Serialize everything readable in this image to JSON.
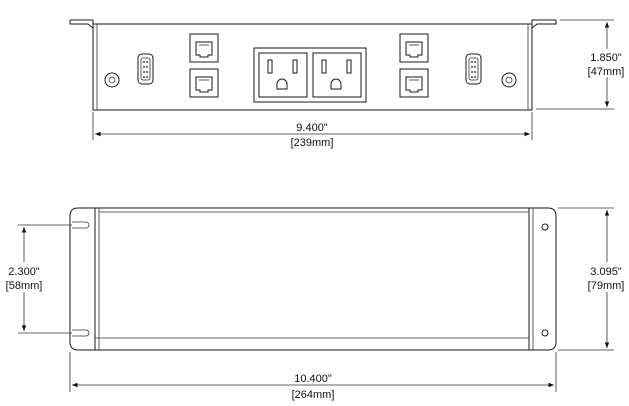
{
  "top_view": {
    "width_in": "9.400\"",
    "width_mm": "[239mm]",
    "height_in": "1.850\"",
    "height_mm": "[47mm]"
  },
  "bottom_view": {
    "width_in": "10.400\"",
    "width_mm": "[264mm]",
    "mount_in": "2.300\"",
    "mount_mm": "[58mm]",
    "height_in": "3.095\"",
    "height_mm": "[79mm]"
  }
}
